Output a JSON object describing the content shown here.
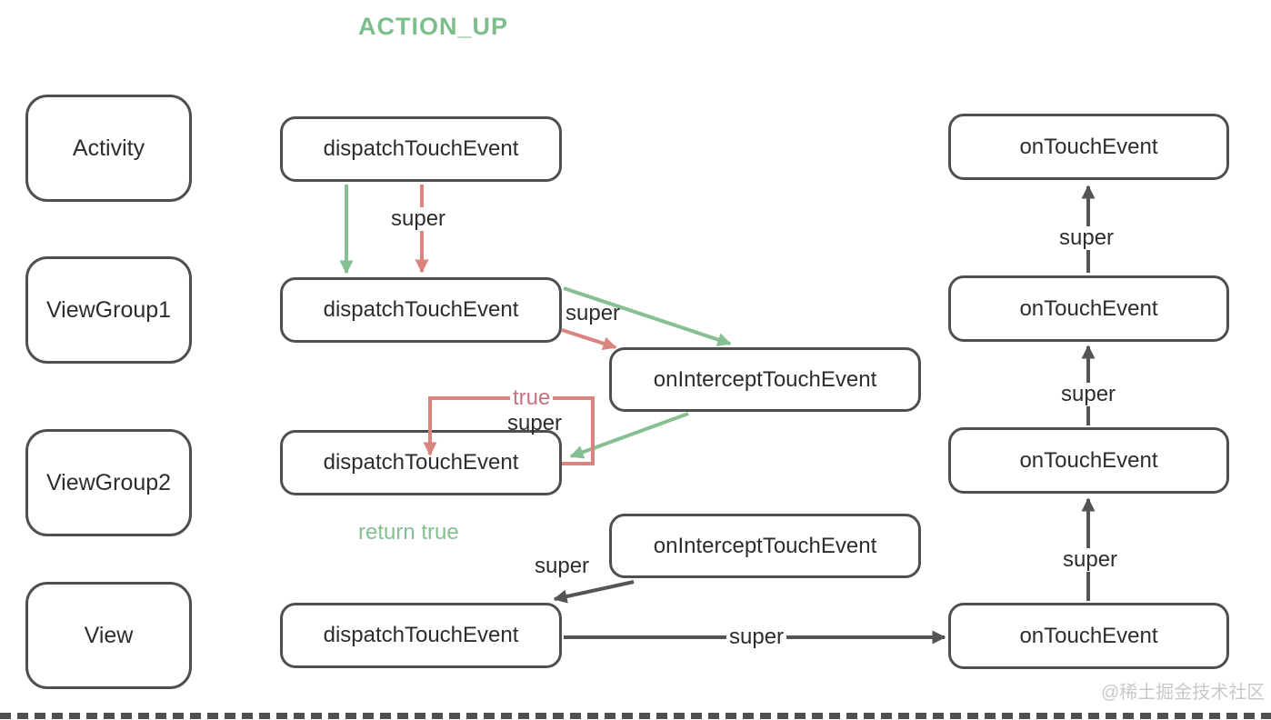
{
  "title": "ACTION_UP",
  "watermark": "@稀土掘金技术社区",
  "colors": {
    "green": "#85bf92",
    "red": "#d9847e",
    "outline": "#4f4f4f",
    "text": "#2d2d2d",
    "title": "#7cbe8c",
    "watermark": "#c8c8c8"
  },
  "columns": {
    "left": [
      "Activity",
      "ViewGroup1",
      "ViewGroup2",
      "View"
    ]
  },
  "nodes": {
    "dispatch": [
      "dispatchTouchEvent",
      "dispatchTouchEvent",
      "dispatchTouchEvent",
      "dispatchTouchEvent"
    ],
    "intercept": [
      "onInterceptTouchEvent",
      "onInterceptTouchEvent"
    ],
    "ontouch": [
      "onTouchEvent",
      "onTouchEvent",
      "onTouchEvent",
      "onTouchEvent"
    ]
  },
  "labels": {
    "super_top": "super",
    "super_vg1": "super",
    "true_loop": "true",
    "super_loop": "super",
    "return_true": "return true",
    "super_intercept2": "super",
    "super_bottom": "super",
    "super_right_1": "super",
    "super_right_2": "super",
    "super_right_3": "super"
  }
}
